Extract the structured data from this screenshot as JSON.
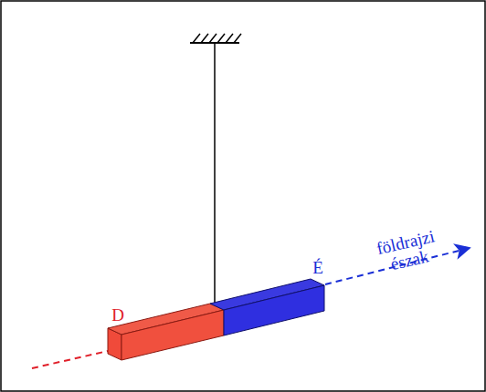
{
  "diagram": {
    "labels": [
      "D",
      "É",
      "földrajzi észak"
    ]
  }
}
